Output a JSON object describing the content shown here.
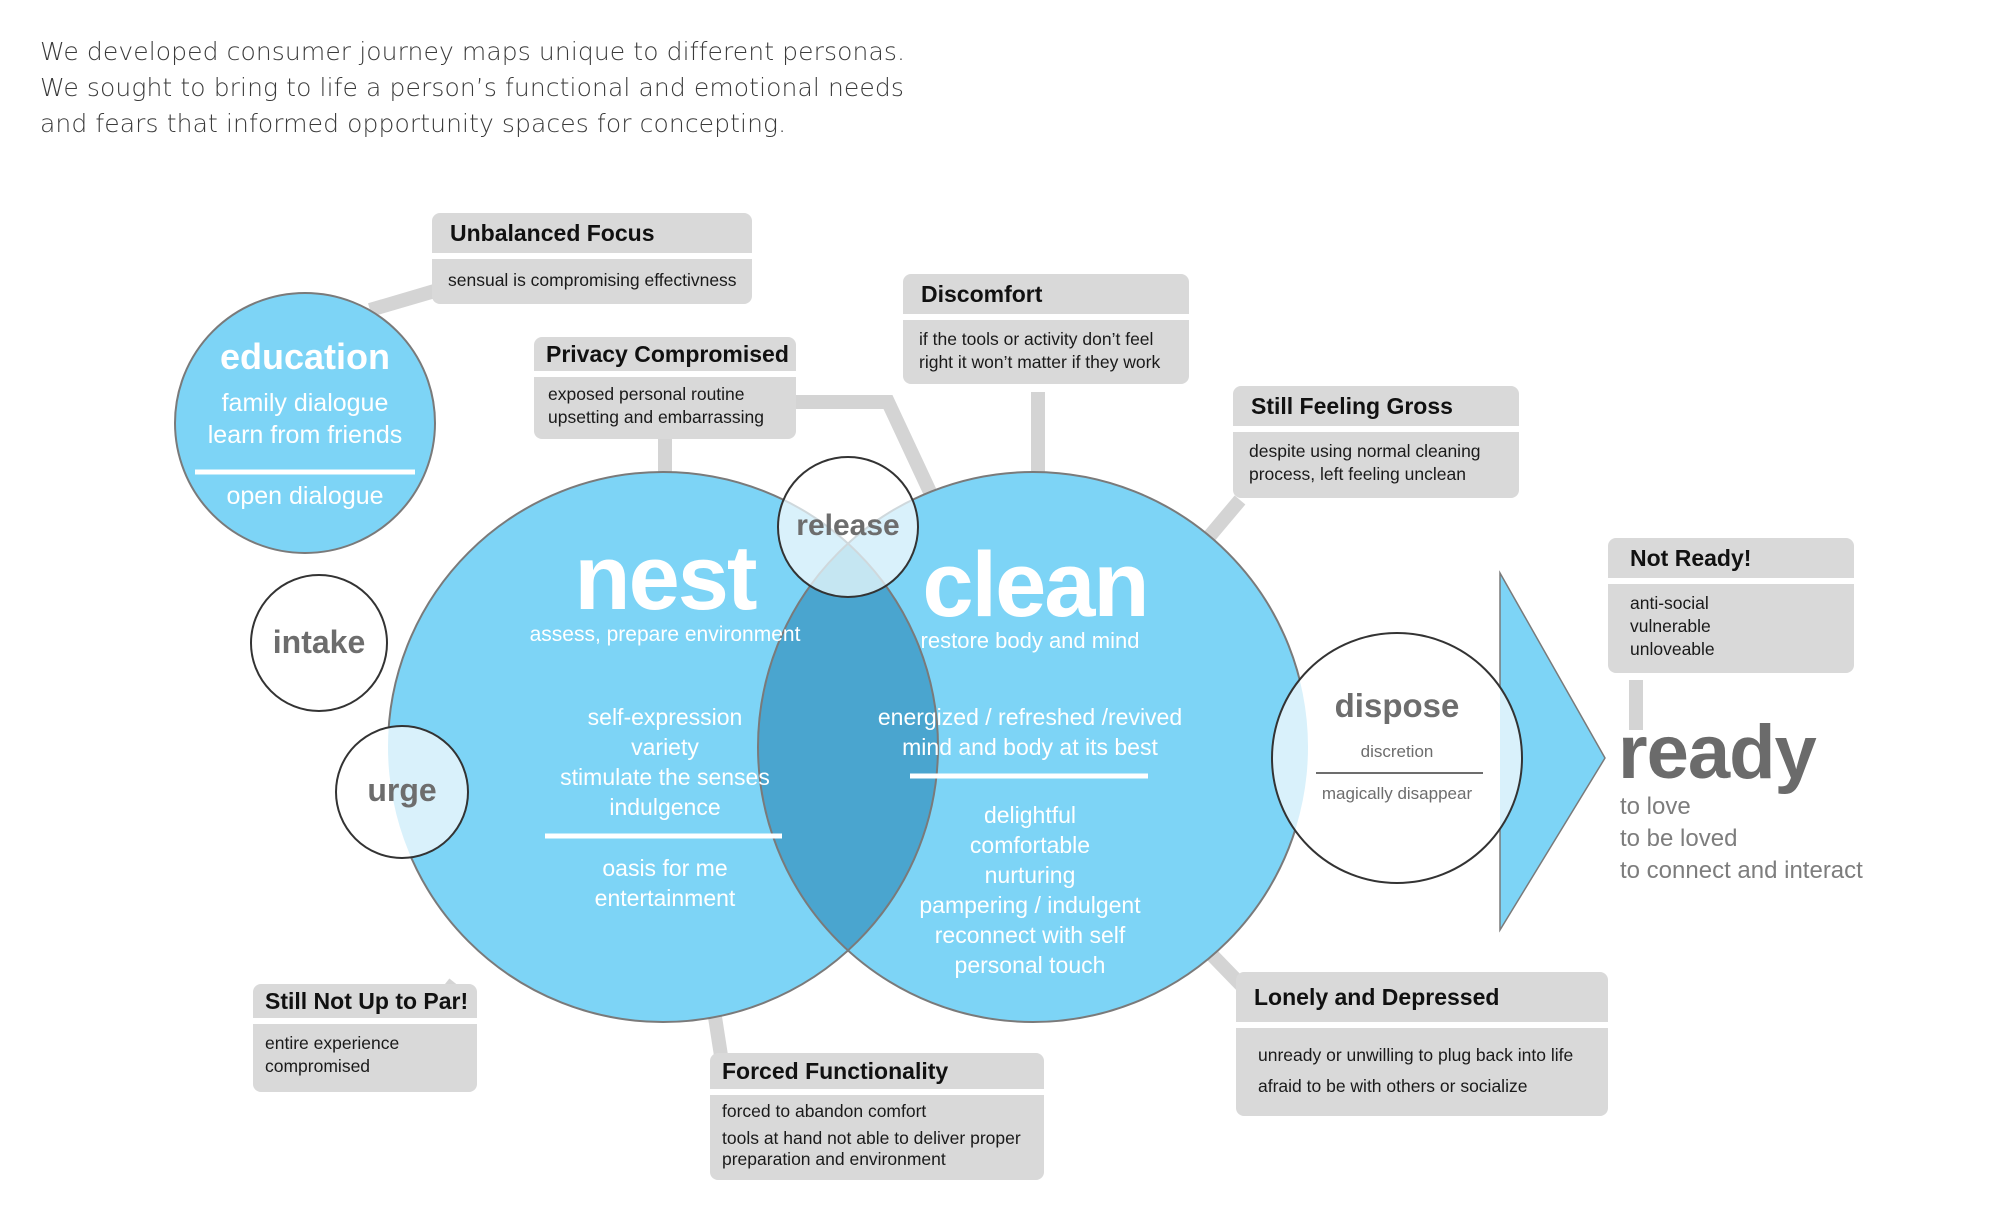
{
  "intro": {
    "lines": [
      "We developed consumer journey maps unique to different personas.",
      "We sought to bring to life a person’s functional and emotional needs",
      "and fears that informed opportunity spaces for concepting."
    ]
  },
  "colors": {
    "circle_fill": "#7dd4f6",
    "overlap_fill": "#4aa5cf",
    "light_fill": "#d9f1fb",
    "callout_bg": "#d9d9d9",
    "connector": "#d4d4d4",
    "gray_text": "#6d6d6d"
  },
  "stages": {
    "education": {
      "title": "education",
      "lines": [
        "family dialogue",
        "learn from friends"
      ],
      "footer": "open dialogue"
    },
    "intake": {
      "title": "intake"
    },
    "urge": {
      "title": "urge"
    },
    "release": {
      "title": "release"
    },
    "nest": {
      "title": "nest",
      "subtitle": "assess, prepare environment",
      "needs": [
        "self-expression",
        "variety",
        "stimulate the senses",
        "indulgence"
      ],
      "emotional": [
        "oasis for me",
        "entertainment"
      ]
    },
    "clean": {
      "title": "clean",
      "subtitle": "restore body and mind",
      "needs": [
        "energized / refreshed /revived",
        "mind and body at its best"
      ],
      "emotional": [
        "delightful",
        "comfortable",
        "nurturing",
        "pampering / indulgent",
        "reconnect with self",
        "personal touch"
      ]
    },
    "dispose": {
      "title": "dispose",
      "need": "discretion",
      "emotional": "magically disappear"
    },
    "ready": {
      "title": "ready",
      "lines": [
        "to love",
        "to be loved",
        "to connect and interact"
      ]
    }
  },
  "fears": {
    "unbalanced_focus": {
      "title": "Unbalanced Focus",
      "lines": [
        "sensual is compromising effectivness"
      ]
    },
    "privacy_compromised": {
      "title": "Privacy Compromised",
      "lines": [
        "exposed  personal routine",
        "upsetting and embarrassing"
      ]
    },
    "discomfort": {
      "title": "Discomfort",
      "lines": [
        "if the tools or activity don’t feel",
        "right it won’t matter if they work"
      ]
    },
    "still_feeling_gross": {
      "title": "Still Feeling Gross",
      "lines": [
        "despite using normal cleaning",
        "process, left feeling unclean"
      ]
    },
    "not_ready": {
      "title": "Not Ready!",
      "lines": [
        "anti-social",
        "vulnerable",
        "unloveable"
      ]
    },
    "still_not_up_to_par": {
      "title": "Still Not Up to Par!",
      "lines": [
        "entire experience",
        "compromised"
      ]
    },
    "forced_functionality": {
      "title": "Forced Functionality",
      "lines": [
        "forced to abandon comfort",
        "tools at hand not able to deliver proper",
        "preparation and environment"
      ]
    },
    "lonely_and_depressed": {
      "title": "Lonely and Depressed",
      "lines": [
        "unready or  unwilling to plug back into life",
        "afraid to be with others or socialize"
      ]
    }
  }
}
